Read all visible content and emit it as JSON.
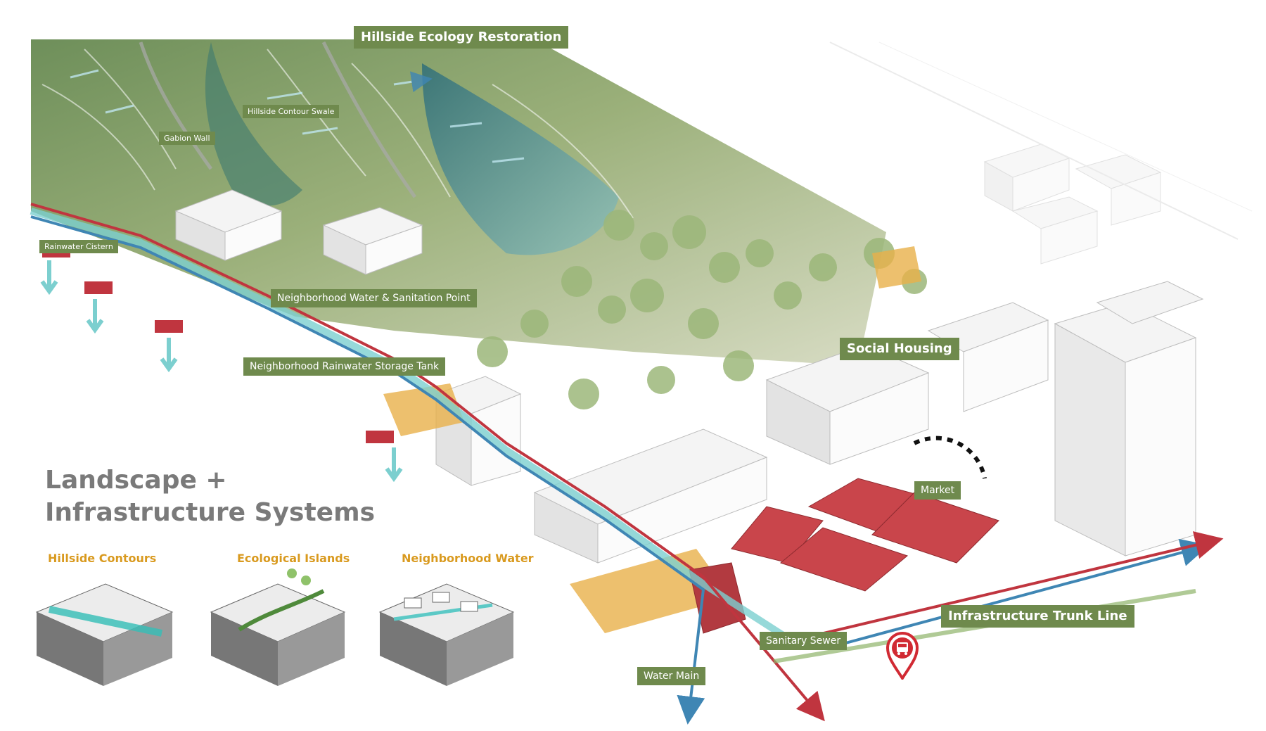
{
  "title": {
    "line1": "Landscape +",
    "line2": "Infrastructure Systems"
  },
  "callouts": {
    "hillside_ecology_restoration": "Hillside Ecology Restoration",
    "hillside_contour_swale": "Hillside Contour Swale",
    "gabion_wall": "Gabion Wall",
    "rainwater_cistern": "Rainwater Cistern",
    "neighborhood_water_sanitation_point": "Neighborhood Water & Sanitation Point",
    "neighborhood_rainwater_storage_tank": "Neighborhood Rainwater Storage Tank",
    "social_housing": "Social Housing",
    "market": "Market",
    "infrastructure_trunk_line": "Infrastructure Trunk Line",
    "sanitary_sewer": "Sanitary Sewer",
    "water_main": "Water Main"
  },
  "systems": [
    {
      "label": "Hillside Contours"
    },
    {
      "label": "Ecological Islands"
    },
    {
      "label": "Neighborhood Water"
    }
  ],
  "icons": {
    "bus_marker": "bus-stop-icon"
  },
  "colors": {
    "label_bg": "#6f8a4d",
    "title_text": "#7a7a7a",
    "system_label": "#d99a1f",
    "water_main": "#3f86b4",
    "sewer": "#c0353f",
    "rainwater": "#7ccfcf",
    "market_roof": "#c9454b",
    "hillside_green": "#7d9a5a",
    "terrace_orange": "#e8b04a"
  }
}
